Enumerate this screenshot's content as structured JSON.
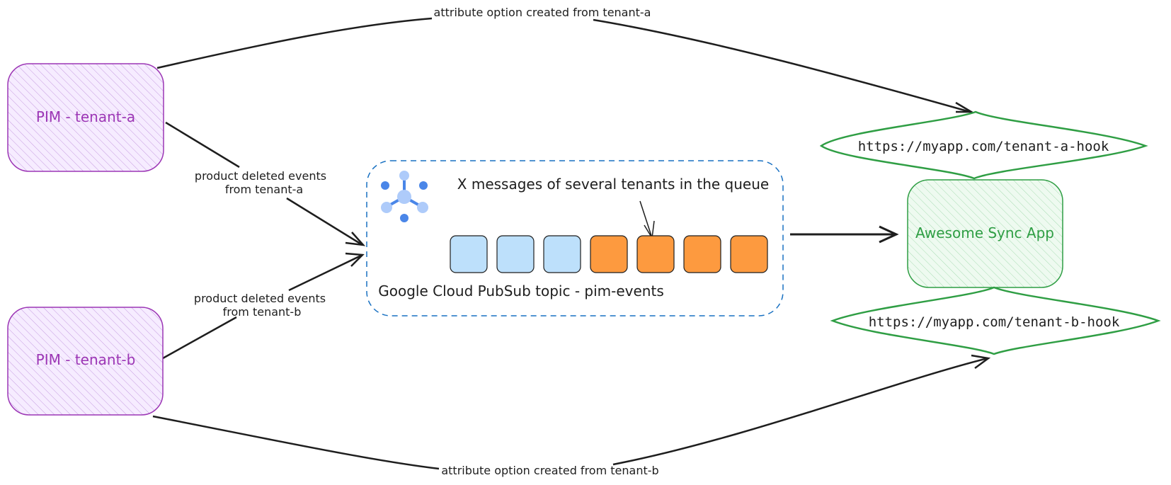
{
  "colors": {
    "stroke": "#1e1e1e",
    "pim_stroke": "#9c36b5",
    "pim_fill": "#f3e5ff",
    "app_stroke": "#2f9e44",
    "app_fill": "#e6f7e9",
    "topic_border": "#1971c2",
    "message_blue": "#bde0fb",
    "message_orange": "#fd9a3f",
    "pubsub_icon": "#4a86e8",
    "pubsub_icon_light": "#aecbfa"
  },
  "nodes": {
    "pim_a": "PIM - tenant-a",
    "pim_b": "PIM - tenant-b",
    "sync_app": "Awesome Sync App",
    "hook_a": "https://myapp.com/tenant-a-hook",
    "hook_b": "https://myapp.com/tenant-b-hook"
  },
  "topic": {
    "title": "Google Cloud PubSub topic - pim-events",
    "queue_note": "X messages of several tenants in the queue",
    "icon": "pubsub-icon",
    "messages": [
      "tenant-a",
      "tenant-a",
      "tenant-a",
      "tenant-b",
      "tenant-b",
      "tenant-b",
      "tenant-b"
    ]
  },
  "edges": {
    "attr_a": "attribute option created from tenant-a",
    "attr_b": "attribute option created from tenant-b",
    "deleted_a_line1": "product deleted events",
    "deleted_a_line2": "from tenant-a",
    "deleted_b_line1": "product deleted events",
    "deleted_b_line2": "from tenant-b"
  }
}
